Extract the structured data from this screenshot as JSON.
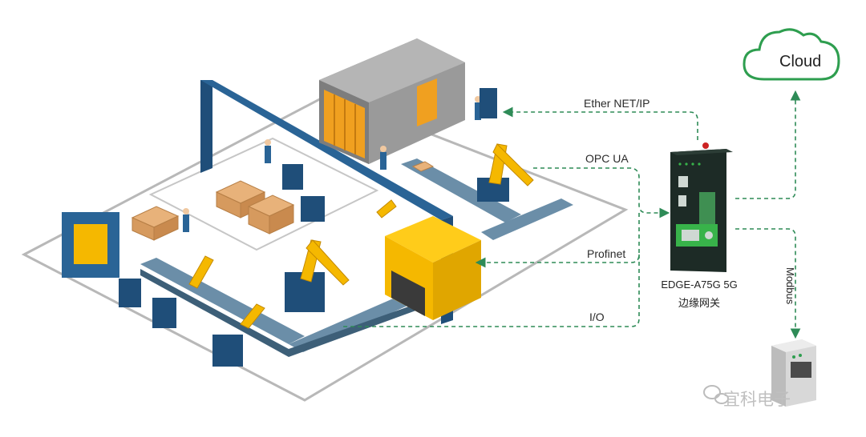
{
  "cloud": {
    "label": "Cloud",
    "color": "#2e9e4f"
  },
  "protocols": {
    "ethernet_ip": "Ether NET/IP",
    "opc_ua": "OPC UA",
    "profinet": "Profinet",
    "io": "I/O",
    "modbus": "Modbus"
  },
  "gateway": {
    "name": "EDGE-A75G 5G",
    "subtitle": "边缘网关"
  },
  "watermark": {
    "text": "宜科电子"
  },
  "colors": {
    "link": "#2e8b57",
    "accent": "#f5b800",
    "frame": "#1f4e79",
    "gateway_body": "#1d2b26",
    "gateway_stripe": "#38b34a"
  }
}
